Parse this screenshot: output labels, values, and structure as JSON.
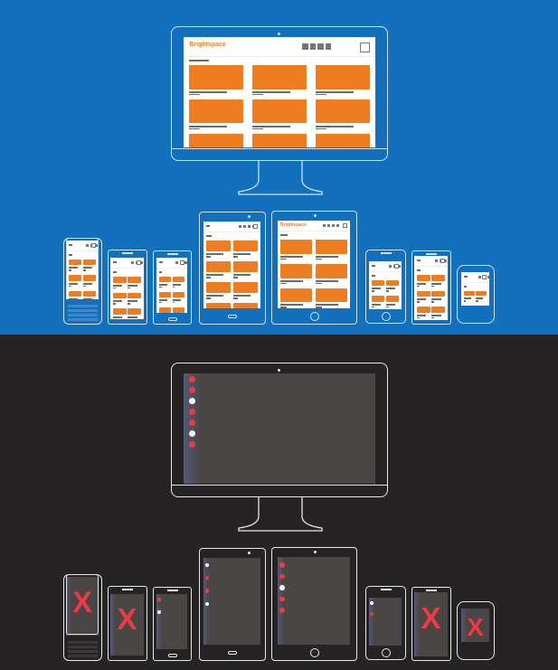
{
  "brand_name": "Brightspace",
  "colors": {
    "top_background": "#1370bc",
    "bottom_background": "#252324",
    "accent_orange": "#ee7d22",
    "error_red": "#ee3a43",
    "dark_screen": "#4a4645"
  },
  "bottom_monitor_dots": [
    "red",
    "red",
    "white",
    "red",
    "red",
    "white",
    "red"
  ],
  "bottom_devices": [
    {
      "device": "keyboard-phone",
      "state": "unsupported",
      "mark": "X"
    },
    {
      "device": "android-phone",
      "state": "unsupported",
      "mark": "X"
    },
    {
      "device": "android-phone-2",
      "state": "supported",
      "dots": [
        "red",
        "white"
      ]
    },
    {
      "device": "android-tablet",
      "state": "supported",
      "dots": [
        "white",
        "red",
        "red",
        "white"
      ]
    },
    {
      "device": "ipad",
      "state": "supported",
      "dots": [
        "red",
        "red",
        "white",
        "red",
        "red"
      ]
    },
    {
      "device": "iphone",
      "state": "supported",
      "dots": [
        "white",
        "red"
      ]
    },
    {
      "device": "phone",
      "state": "unsupported",
      "mark": "X"
    },
    {
      "device": "watch",
      "state": "unsupported",
      "mark": "X"
    }
  ]
}
